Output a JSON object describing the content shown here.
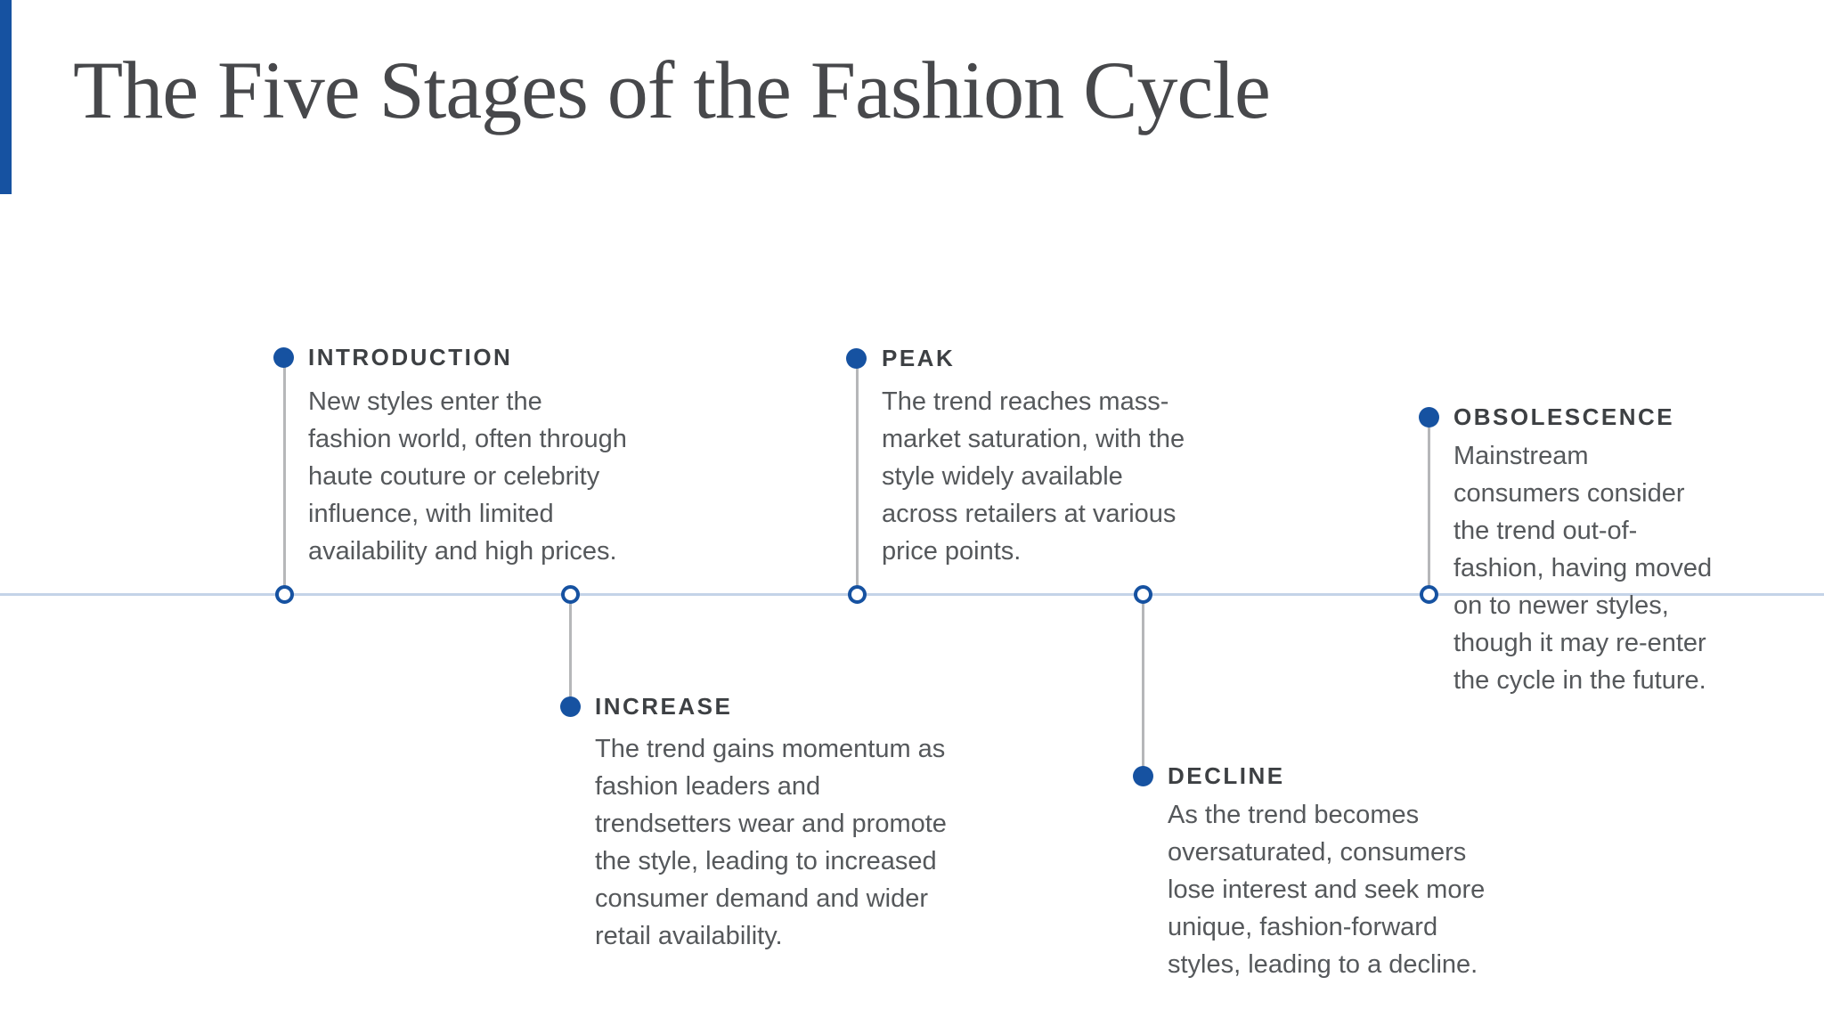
{
  "title": "The Five Stages of the Fashion Cycle",
  "accent_color": "#1652a1",
  "connector_color": "#b6b7b9",
  "axis_color": "#c4d3e8",
  "diagram": {
    "type": "timeline",
    "orientation": "horizontal"
  },
  "stages": [
    {
      "label": "INTRODUCTION",
      "description": "New styles enter the\nfashion world, often through\nhaute couture or celebrity\ninfluence, with limited\navailability and high prices.",
      "position": "above"
    },
    {
      "label": "INCREASE",
      "description": "The trend gains momentum as\nfashion leaders and\ntrendsetters wear and promote\nthe style, leading to increased\nconsumer demand and wider\nretail availability.",
      "position": "below"
    },
    {
      "label": "PEAK",
      "description": "The trend reaches mass-\nmarket saturation, with the\nstyle widely available\nacross retailers at various\nprice points.",
      "position": "above"
    },
    {
      "label": "DECLINE",
      "description": "As the trend becomes\noversaturated, consumers\nlose interest and seek more\nunique, fashion-forward\nstyles, leading to a decline.",
      "position": "below"
    },
    {
      "label": "OBSOLESCENCE",
      "description": "Mainstream\nconsumers consider\nthe trend out-of-\nfashion, having moved\non to newer styles,\nthough it may re-enter\nthe cycle in the future.",
      "position": "above"
    }
  ]
}
